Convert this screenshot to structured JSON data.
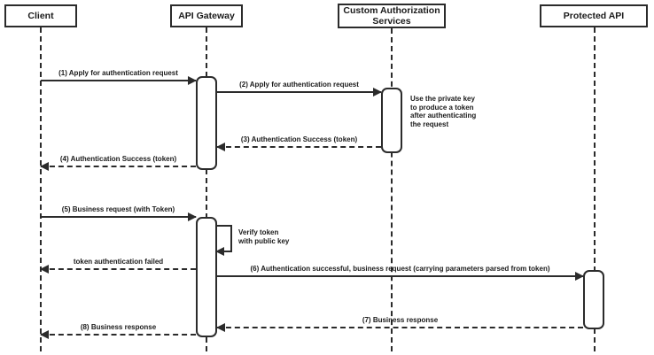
{
  "diagram": {
    "type": "uml-sequence",
    "colors": {
      "line": "#2b2b2b",
      "fill": "#ffffff",
      "background": "#ffffff"
    },
    "participants": [
      {
        "name": "Client"
      },
      {
        "name": "API Gateway"
      },
      {
        "name": "Custom Authorization Services"
      },
      {
        "name": "Protected API"
      }
    ],
    "messages": [
      {
        "label": "(1) Apply for authentication request",
        "from": "Client",
        "to": "API Gateway",
        "style": "solid"
      },
      {
        "label": "(2) Apply for authentication request",
        "from": "API Gateway",
        "to": "Custom Authorization Services",
        "style": "solid"
      },
      {
        "label": "(3) Authentication Success (token)",
        "from": "Custom Authorization Services",
        "to": "API Gateway",
        "style": "dashed"
      },
      {
        "label": "(4) Authentication Success (token)",
        "from": "API Gateway",
        "to": "Client",
        "style": "dashed"
      },
      {
        "label": "(5) Business request (with Token)",
        "from": "Client",
        "to": "API Gateway",
        "style": "solid"
      },
      {
        "label": "Verify token with public key",
        "from": "API Gateway",
        "to": "API Gateway",
        "style": "self"
      },
      {
        "label": "token authentication failed",
        "from": "API Gateway",
        "to": "Client",
        "style": "dashed"
      },
      {
        "label": "(6) Authentication successful, business request (carrying parameters parsed from token)",
        "from": "API Gateway",
        "to": "Protected API",
        "style": "solid"
      },
      {
        "label": "(7) Business response",
        "from": "Protected API",
        "to": "API Gateway",
        "style": "dashed"
      },
      {
        "label": "(8) Business response",
        "from": "API Gateway",
        "to": "Client",
        "style": "dashed"
      }
    ],
    "note": {
      "text": "Use the private key to produce a token after authenticating the request",
      "attached_to": "Custom Authorization Services"
    }
  }
}
